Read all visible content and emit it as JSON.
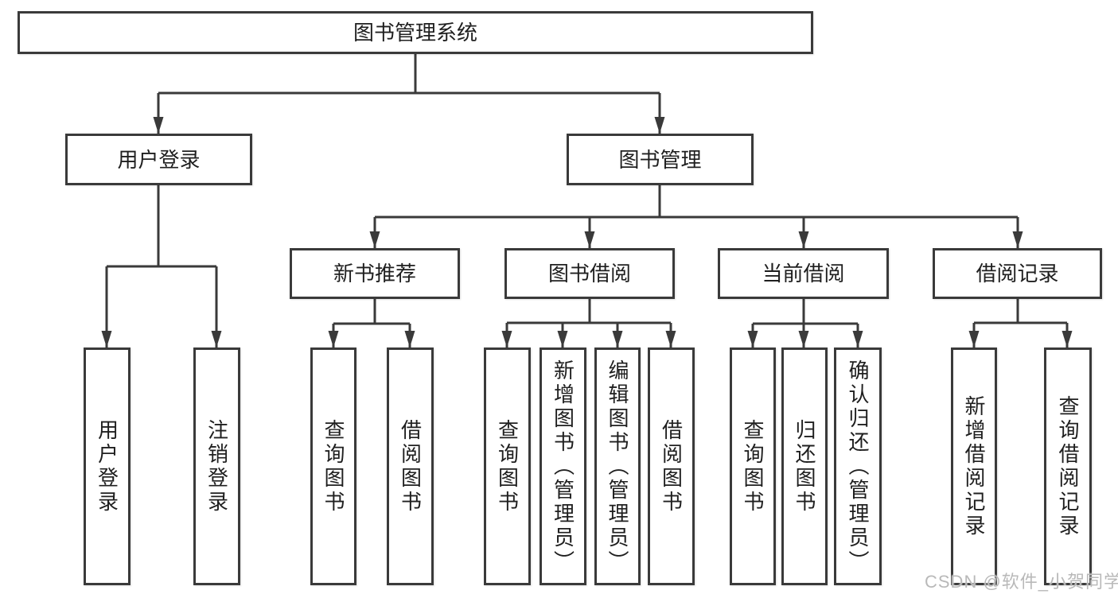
{
  "tree": {
    "root": {
      "label": "图书管理系统",
      "children": [
        {
          "label": "用户登录",
          "children": [
            {
              "label": "用户登录"
            },
            {
              "label": "注销登录"
            }
          ]
        },
        {
          "label": "图书管理",
          "children": [
            {
              "label": "新书推荐",
              "children": [
                {
                  "label": "查询图书"
                },
                {
                  "label": "借阅图书"
                }
              ]
            },
            {
              "label": "图书借阅",
              "children": [
                {
                  "label": "查询图书"
                },
                {
                  "label": "新增图书（管理员）"
                },
                {
                  "label": "编辑图书（管理员）"
                },
                {
                  "label": "借阅图书"
                }
              ]
            },
            {
              "label": "当前借阅",
              "children": [
                {
                  "label": "查询图书"
                },
                {
                  "label": "归还图书"
                },
                {
                  "label": "确认归还（管理员）"
                }
              ]
            },
            {
              "label": "借阅记录",
              "children": [
                {
                  "label": "新增借阅记录"
                },
                {
                  "label": "查询借阅记录"
                }
              ]
            }
          ]
        }
      ]
    }
  },
  "watermark": {
    "text": "CSDN @软件_小贺同学"
  },
  "colors": {
    "line": "#3a3a3a",
    "box_border": "#3a3a3a",
    "text": "#1f1f1f",
    "watermark": "#b9b9b9",
    "background": "#ffffff"
  }
}
